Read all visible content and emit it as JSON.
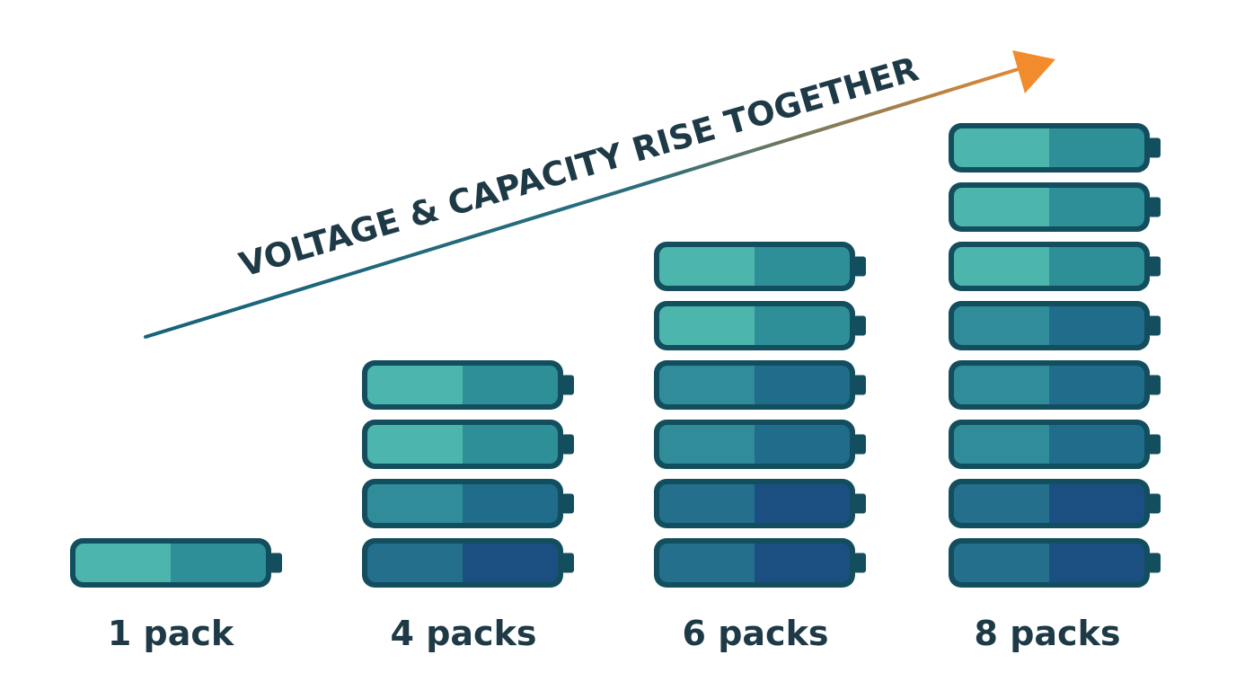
{
  "headline": "VOLTAGE & CAPACITY RISE TOGETHER",
  "colors": {
    "outline": "#134e5e",
    "arrow_start": "#16637a",
    "arrow_end": "#f28b2c",
    "label": "#1e3a46",
    "cell_light_left": "#4db6ac",
    "cell_light_right": "#2f8f98",
    "cell_mid_left": "#2f8c98",
    "cell_mid_right": "#1f6d8a",
    "cell_dark_left": "#236f8c",
    "cell_dark_right": "#1b4f82"
  },
  "stacks": [
    {
      "label": "1 pack",
      "packs": 1,
      "shades": [
        "light"
      ]
    },
    {
      "label": "4 packs",
      "packs": 4,
      "shades": [
        "light",
        "light",
        "mid",
        "dark"
      ]
    },
    {
      "label": "6 packs",
      "packs": 6,
      "shades": [
        "light",
        "light",
        "mid",
        "mid",
        "dark",
        "dark"
      ]
    },
    {
      "label": "8 packs",
      "packs": 8,
      "shades": [
        "light",
        "light",
        "light",
        "mid",
        "mid",
        "mid",
        "dark",
        "dark"
      ]
    }
  ]
}
